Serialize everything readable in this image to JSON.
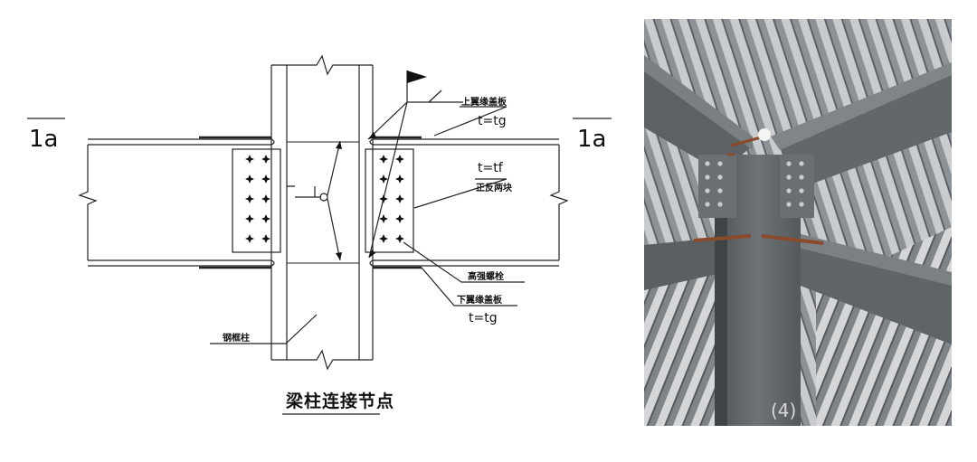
{
  "drawing": {
    "section_left": "1a",
    "section_right": "1a",
    "labels": {
      "top_flange_plate": "上翼缘盖板",
      "top_thickness": "t=tg",
      "web_thickness": "t=tf",
      "web_plates": "正反两块",
      "bolts": "高强螺栓",
      "bottom_flange_plate": "下翼缘盖板",
      "bottom_thickness": "t=tg",
      "column": "钢框柱"
    },
    "caption": "梁柱连接节点"
  },
  "photo": {
    "handwriting": "(4)"
  }
}
